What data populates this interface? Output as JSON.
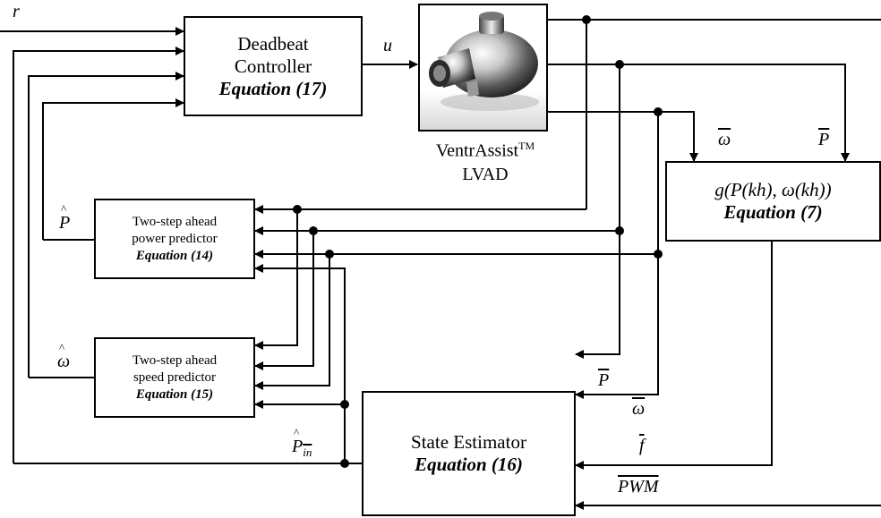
{
  "controller": {
    "line1": "Deadbeat",
    "line2": "Controller",
    "equation": "Equation (17)"
  },
  "lvad": {
    "name": "VentrAssist",
    "tm": "TM",
    "line2": "LVAD"
  },
  "power_predictor": {
    "line1": "Two-step ahead",
    "line2": "power predictor",
    "equation": "Equation (14)"
  },
  "speed_predictor": {
    "line1": "Two-step ahead",
    "line2": "speed predictor",
    "equation": "Equation (15)"
  },
  "g_block": {
    "formula": "g(P(kh), ω(kh))",
    "equation": "Equation (7)"
  },
  "state_estimator": {
    "line1": "State Estimator",
    "equation": "Equation (16)"
  },
  "signals": {
    "r": "r",
    "u": "u",
    "omega_bar": "ω",
    "P_bar": "P",
    "P_hat": "P",
    "omega_hat": "ω",
    "P_in_hat": "P",
    "P_in_sub": "in",
    "P_bar_se": "P",
    "omega_bar_se": "ω",
    "f_bar": "f",
    "pwm_bar": "PWM"
  }
}
